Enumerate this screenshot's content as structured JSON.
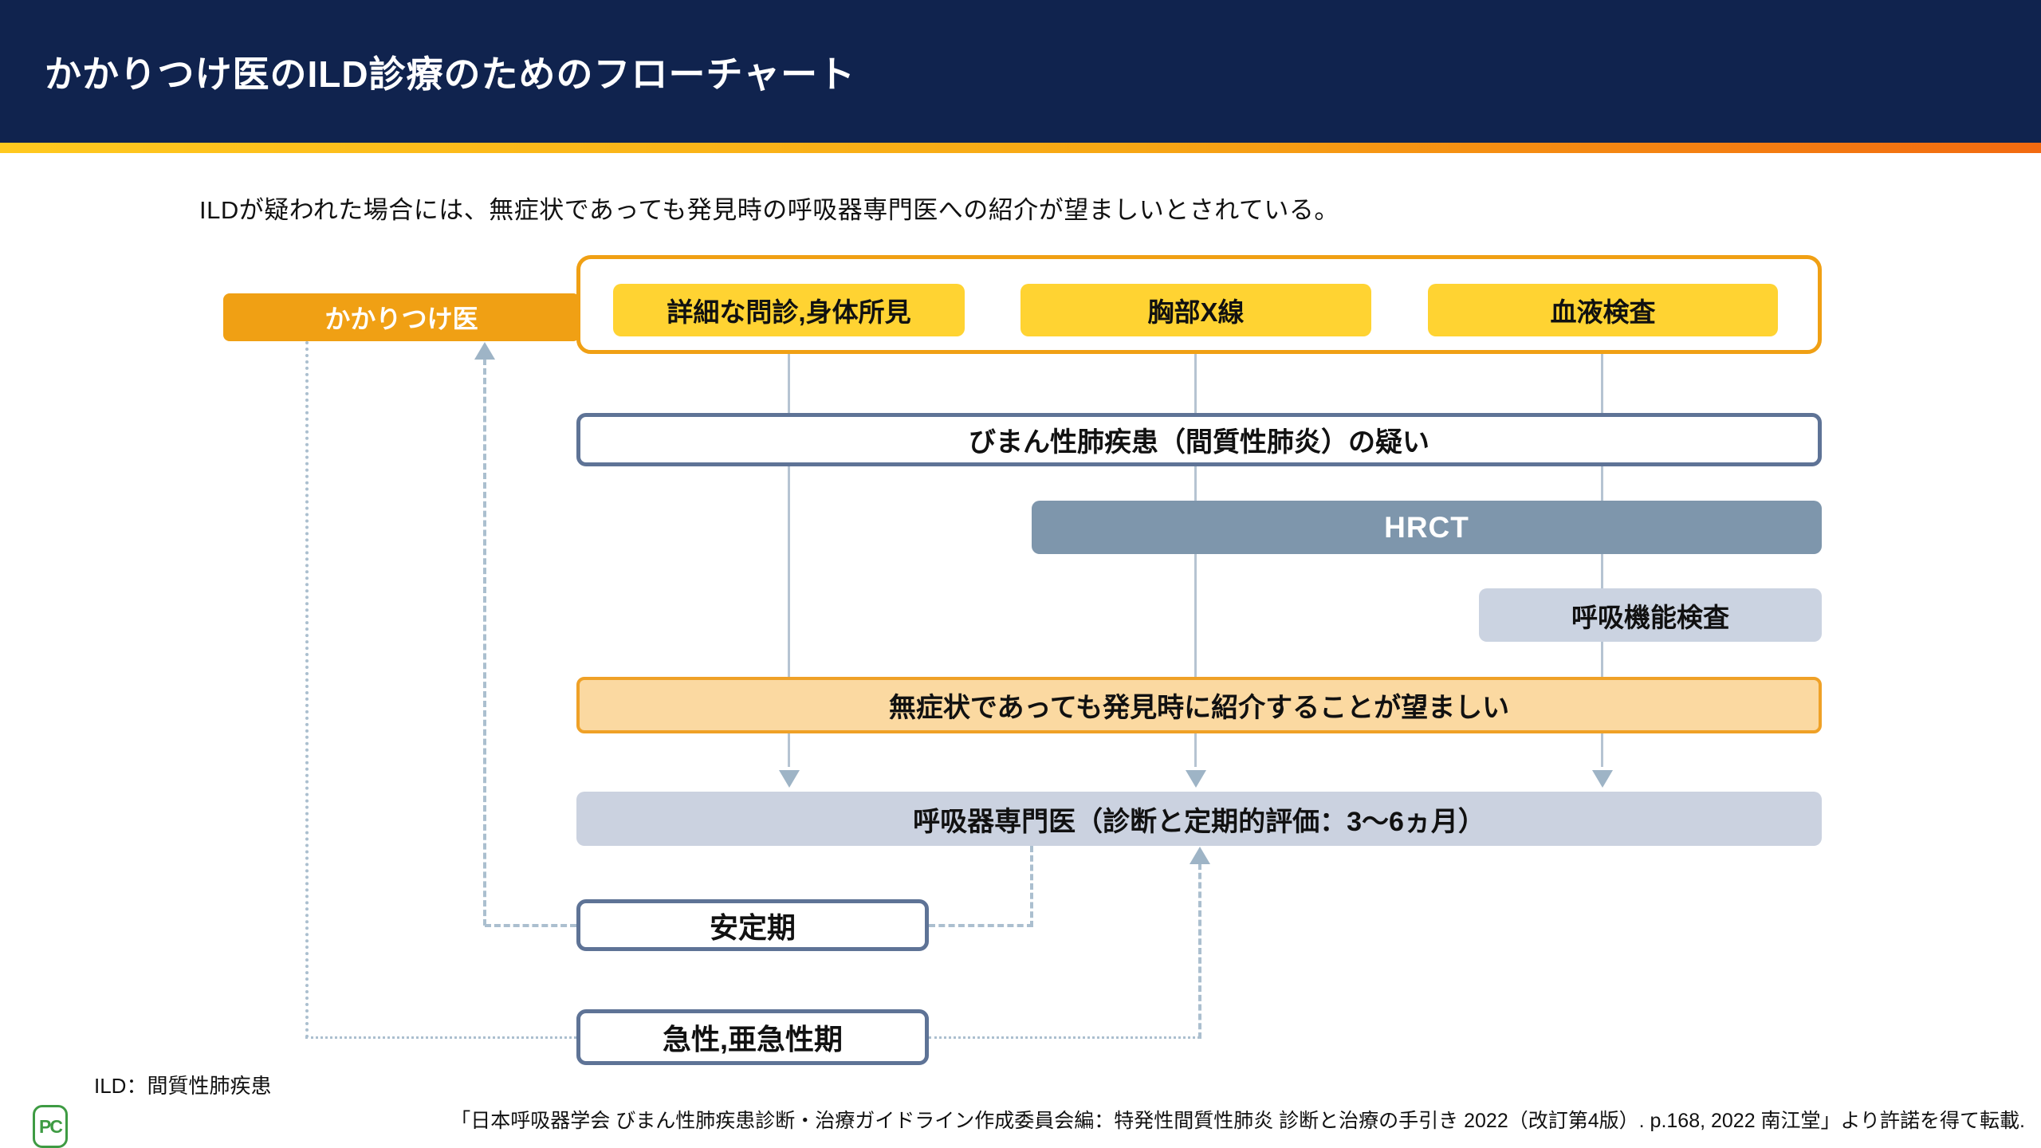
{
  "header": {
    "title": "かかりつけ医のILD診療のためのフローチャート"
  },
  "intro": {
    "text": "ILDが疑われた場合には、無症状であっても発見時の呼吸器専門医への紹介が望ましいとされている。"
  },
  "flowchart": {
    "primary_doctor": {
      "label": "かかりつけ医"
    },
    "exams": [
      {
        "label": "詳細な問診,身体所見"
      },
      {
        "label": "胸部X線"
      },
      {
        "label": "血液検査"
      }
    ],
    "suspicion": {
      "label": "びまん性肺疾患（間質性肺炎）の疑い"
    },
    "hrct": {
      "label": "HRCT"
    },
    "pulmonary_function_test": {
      "label": "呼吸機能検査"
    },
    "recommendation": {
      "label": "無症状であっても発見時に紹介することが望ましい"
    },
    "specialist": {
      "label": "呼吸器専門医（診断と定期的評価：3～6ヵ月）"
    },
    "stable_phase": {
      "label": "安定期"
    },
    "acute_phase": {
      "label": "急性,亜急性期"
    }
  },
  "footer": {
    "abbreviation": "ILD：間質性肺疾患",
    "citation": "「日本呼吸器学会 びまん性肺疾患診断・治療ガイドライン作成委員会編：特発性間質性肺炎 診断と治療の手引き 2022（改訂第4版）. p.168, 2022 南江堂」より許諾を得て転載.",
    "logo_text": "PC"
  },
  "colors": {
    "header-bg": "#10234E",
    "accent-yellow": "#FFC91F",
    "accent-orange": "#F26A10",
    "orange": "#F0A014",
    "yellow": "#FFD332",
    "navy-border": "#5E7396",
    "slate": "#7E96AC",
    "light-slate": "#CBD3E1",
    "gray-box": "#CBD2E0",
    "light-orange": "#FBD9A1",
    "light-orange-border": "#EFA127",
    "line": "#B6C4D2",
    "arrow": "#9EB4C6",
    "dash": "#ABBFCF",
    "logo-green": "#3E9B43"
  }
}
